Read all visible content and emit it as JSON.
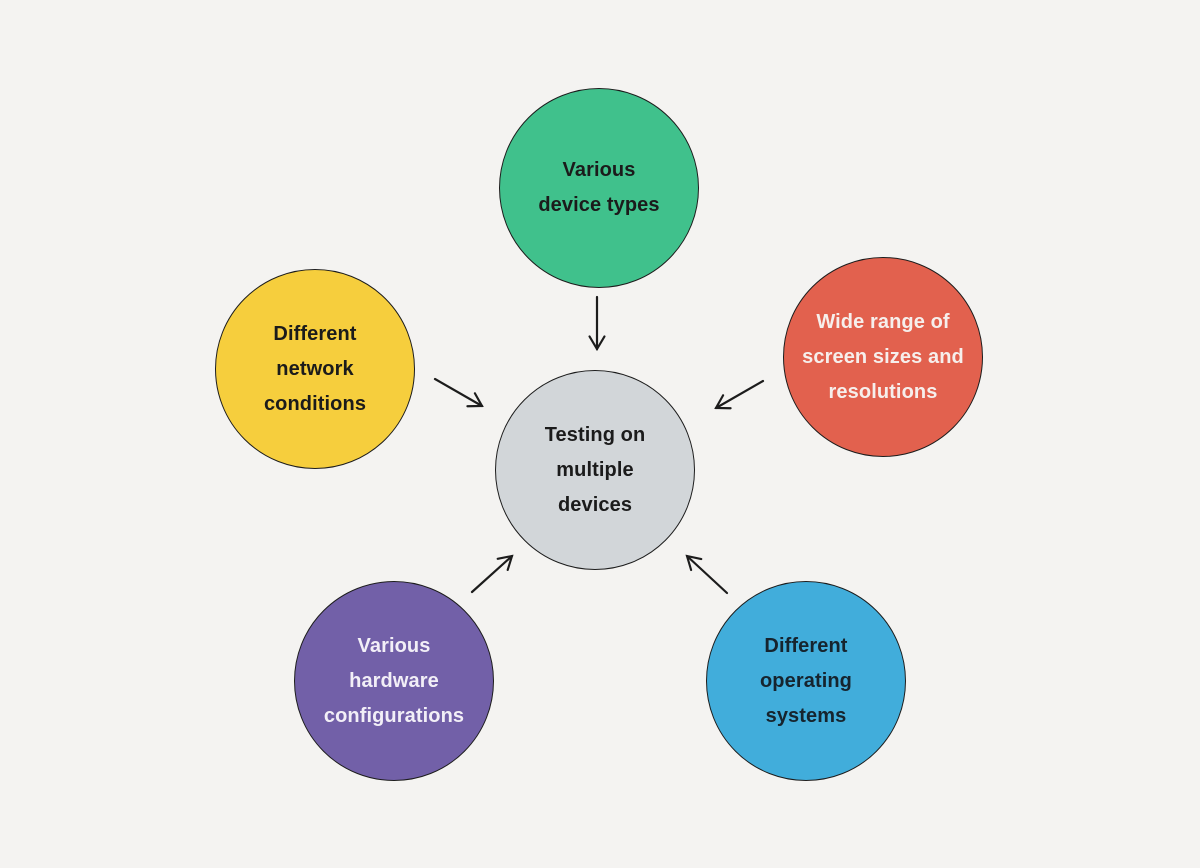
{
  "diagram": {
    "title": "Testing on multiple devices mind map",
    "background": "#f4f3f1",
    "stroke": "#1c1c1c",
    "arrow_color": "#1c1c1c",
    "nodes": [
      {
        "id": "center",
        "lines": [
          "Testing on",
          "multiple",
          "devices"
        ],
        "fill": "#d2d6d9",
        "text_color": "#1b1b1b"
      },
      {
        "id": "various-device-types",
        "lines": [
          "Various",
          "device types"
        ],
        "fill": "#40c18c",
        "text_color": "#1b1b1b"
      },
      {
        "id": "different-network-conditions",
        "lines": [
          "Different",
          "network",
          "conditions"
        ],
        "fill": "#f6ce3d",
        "text_color": "#1b1b1b"
      },
      {
        "id": "wide-range-of-screen-sizes-and-resolutions",
        "lines": [
          "Wide range of",
          "screen sizes and",
          "resolutions"
        ],
        "fill": "#e2614e",
        "text_color": "#f6efec"
      },
      {
        "id": "various-hardware-configurations",
        "lines": [
          "Various",
          "hardware",
          "configurations"
        ],
        "fill": "#7260a8",
        "text_color": "#f2eff7"
      },
      {
        "id": "different-operating-systems",
        "lines": [
          "Different",
          "operating",
          "systems"
        ],
        "fill": "#41addb",
        "text_color": "#16242e"
      }
    ]
  }
}
